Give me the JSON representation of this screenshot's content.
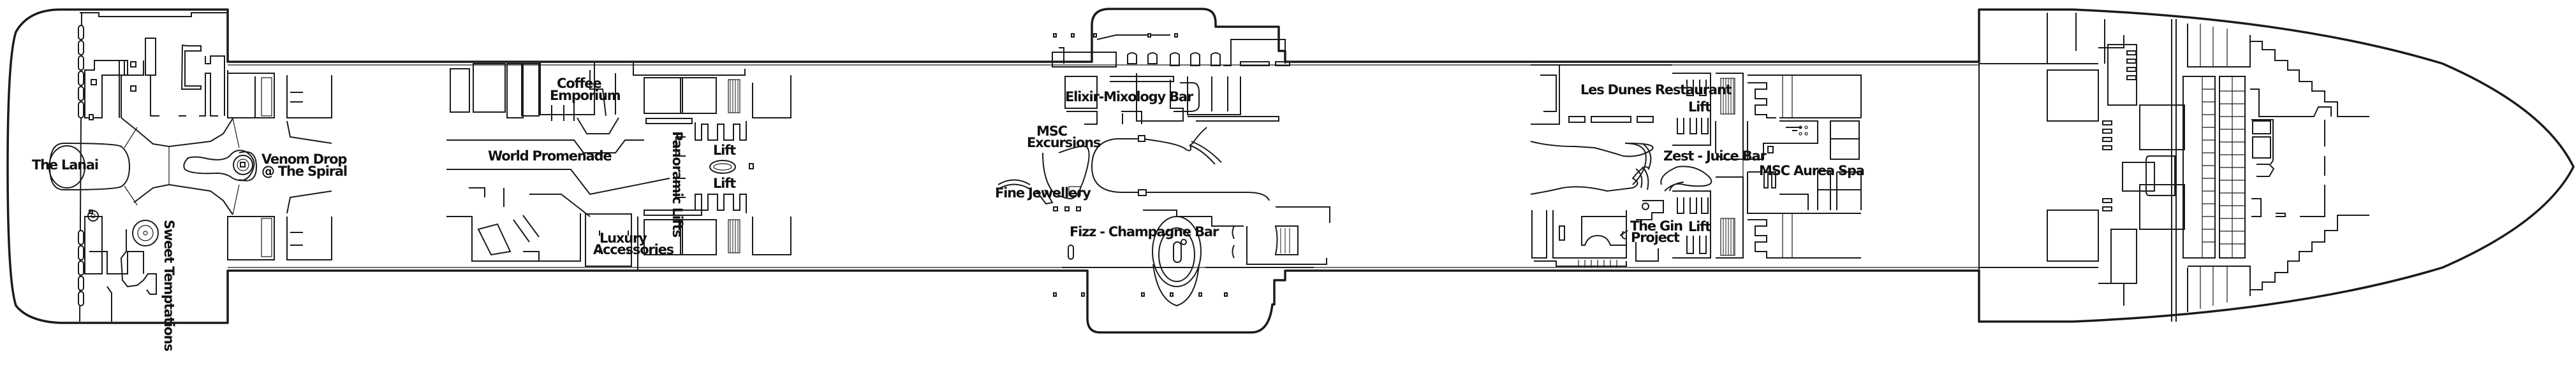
{
  "deck": {
    "colors": {
      "line": "#1a1a1a",
      "background": "#ffffff",
      "text": "#111111"
    },
    "venues": {
      "the_lanai": "The Lanai",
      "venom_drop_1": "Venom Drop",
      "venom_drop_2": "@ The Spiral",
      "sweet_temptations": "Sweet Temptations",
      "world_promenade": "World Promenade",
      "coffee_1": "Coffee",
      "coffee_2": "Emporium",
      "luxury_1": "Luxury",
      "luxury_2": "Accessories",
      "panoramic_lifts": "Panoramic Lifts",
      "lift_aft_top": "Lift",
      "lift_aft_bottom": "Lift",
      "msc_excursions_1": "MSC",
      "msc_excursions_2": "Excursions",
      "elixir": "Elixir-Mixology Bar",
      "fine_jewellery": "Fine Jewellery",
      "fizz": "Fizz - Champagne Bar",
      "les_dunes": "Les Dunes Restaurant",
      "lift_fwd_top": "Lift",
      "lift_fwd_bottom": "Lift",
      "zest": "Zest - Juice Bar",
      "gin_1": "The Gin",
      "gin_2": "Project",
      "aurea_spa": "MSC Aurea Spa"
    }
  }
}
